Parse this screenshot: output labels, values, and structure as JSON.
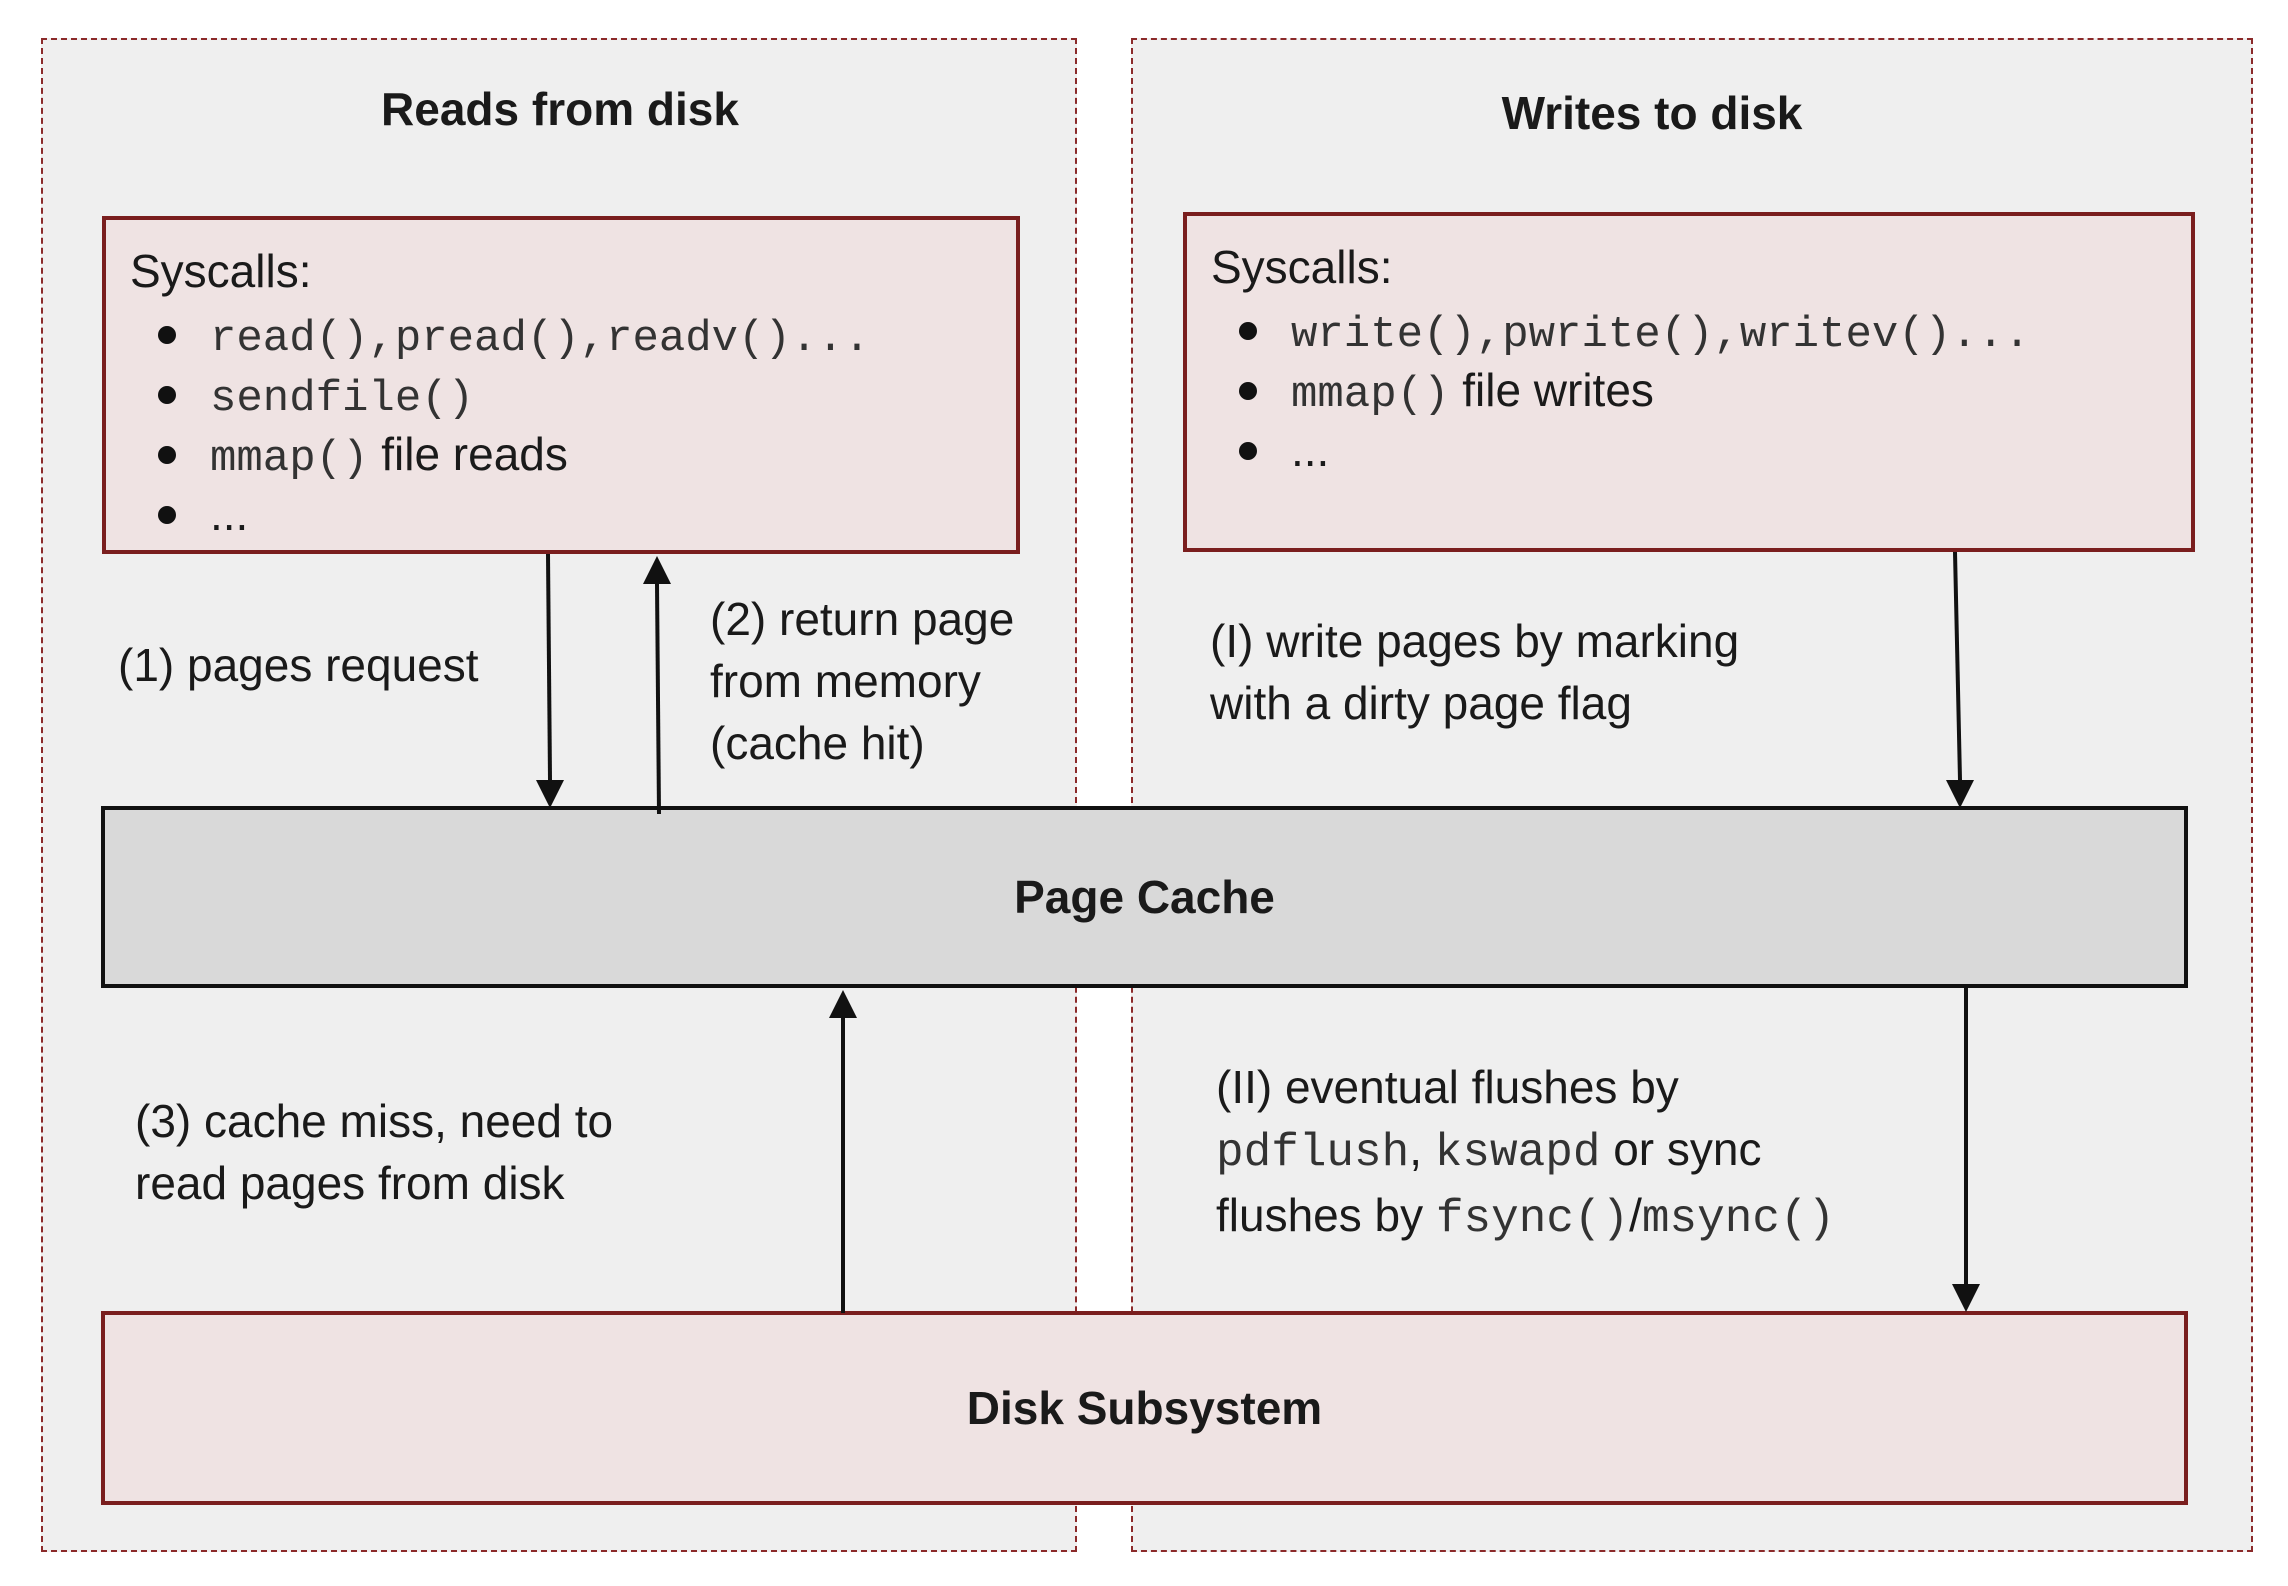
{
  "reads": {
    "title": "Reads from disk",
    "syscalls_label": "Syscalls:",
    "item1": "read(),pread(),readv()...",
    "item2": "sendfile()",
    "item3_code": "mmap()",
    "item3_text": " file reads",
    "item4": "..."
  },
  "writes": {
    "title": "Writes to disk",
    "syscalls_label": "Syscalls:",
    "item1": "write(),pwrite(),writev()...",
    "item2_code": "mmap()",
    "item2_text": " file writes",
    "item3": "..."
  },
  "page_cache": {
    "label": "Page Cache"
  },
  "disk": {
    "label": "Disk Subsystem"
  },
  "annotations": {
    "pages_request": "(1) pages request",
    "return_page_l1": "(2) return page",
    "return_page_l2": "from memory",
    "return_page_l3": "(cache hit)",
    "write_pages_l1": "(I) write pages by marking",
    "write_pages_l2": "with a dirty page flag",
    "cache_miss_l1": "(3) cache miss, need to",
    "cache_miss_l2": "read pages from disk",
    "flush_l1": "(II) eventual flushes by",
    "flush_l2_code1": "pdflush",
    "flush_l2_sep": ", ",
    "flush_l2_code2": "kswapd",
    "flush_l2_text": " or sync",
    "flush_l3_text": "flushes by ",
    "flush_l3_code1": "fsync()",
    "flush_l3_sep": "/",
    "flush_l3_code2": "msync()"
  },
  "colors": {
    "panel_border": "#8b2a2a",
    "box_border": "#7a1e1e",
    "box_fill": "#efe3e3",
    "panel_fill": "#efefef",
    "page_cache_fill": "#d9d9d9"
  }
}
